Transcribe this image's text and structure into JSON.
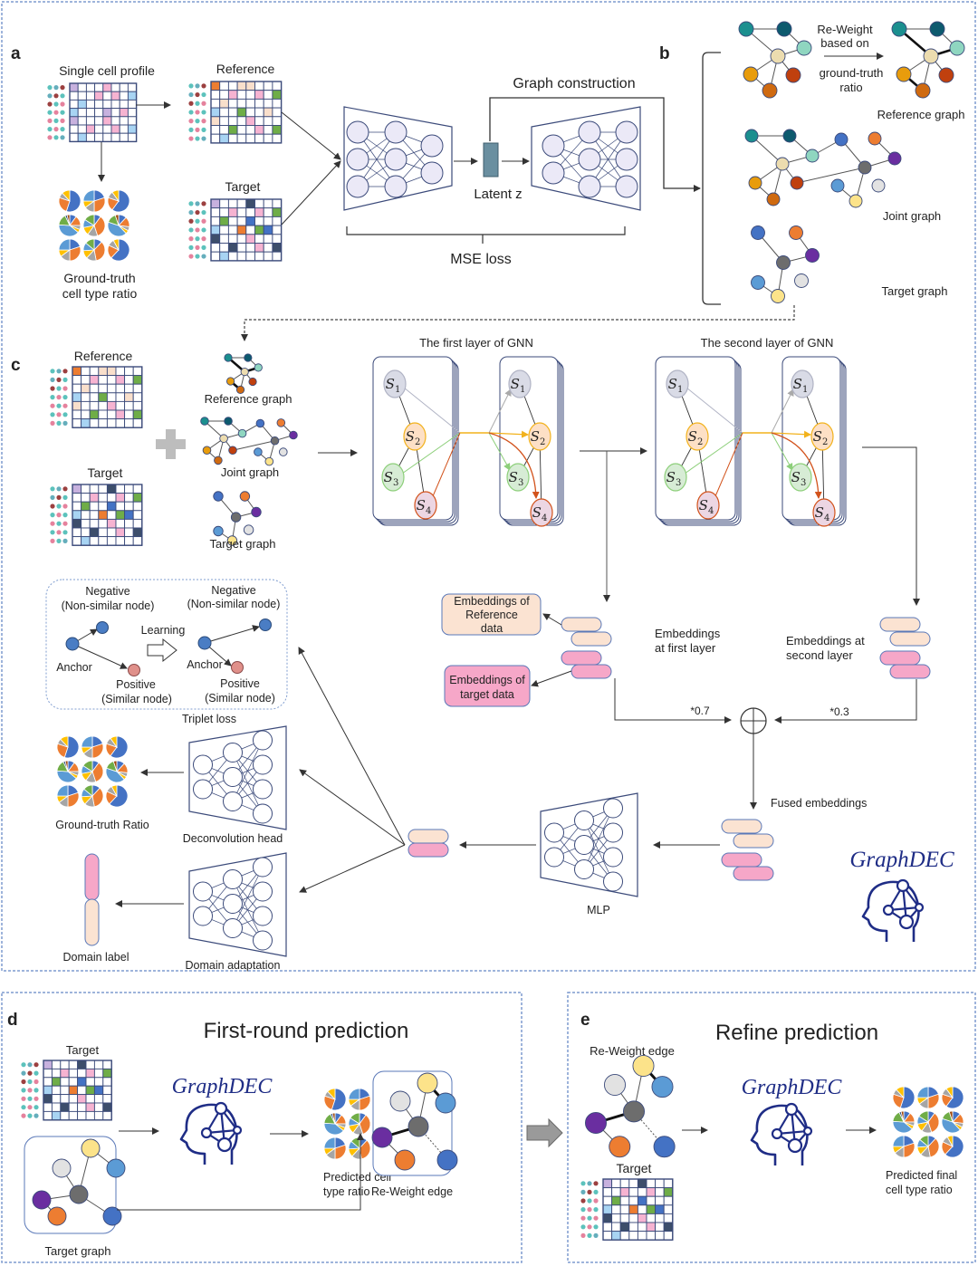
{
  "panels": {
    "a": {
      "letter": "a",
      "single_cell_profile": "Single cell profile",
      "reference": "Reference",
      "target": "Target",
      "ground_truth_line1": "Ground-truth",
      "ground_truth_line2": "cell type ratio",
      "graph_construction": "Graph construction",
      "latent": "Latent z",
      "mse_loss": "MSE loss"
    },
    "b": {
      "letter": "b",
      "reweight_line1": "Re-Weight",
      "reweight_line2": "based on",
      "reweight_line3": "ground-truth",
      "reweight_line4": "ratio",
      "reference_graph": "Reference graph",
      "joint_graph": "Joint graph",
      "target_graph": "Target graph"
    },
    "c": {
      "letter": "c",
      "reference": "Reference",
      "target": "Target",
      "reference_graph": "Reference graph",
      "joint_graph": "Joint graph",
      "target_graph": "Target graph",
      "gnn_layer1": "The first layer of GNN",
      "gnn_layer2": "The second layer of GNN",
      "nodes": [
        "S",
        "S",
        "S",
        "S"
      ],
      "node_subscripts": [
        "1",
        "2",
        "3",
        "4"
      ],
      "emb_ref_line1": "Embeddings of",
      "emb_ref_line2": "Reference",
      "emb_ref_line3": "data",
      "emb_tgt_line1": "Embeddings of",
      "emb_tgt_line2": "target data",
      "emb_first_line1": "Embeddings",
      "emb_first_line2": "at first layer",
      "emb_second_line1": "Embeddings at",
      "emb_second_line2": "second layer",
      "weight_first": "*0.7",
      "weight_second": "*0.3",
      "fused": "Fused embeddings",
      "mlp": "MLP",
      "triplet": {
        "negative": "Negative",
        "non_similar": "(Non-similar node)",
        "learning": "Learning",
        "anchor": "Anchor",
        "positive": "Positive",
        "similar": "(Similar node)",
        "caption": "Triplet loss"
      },
      "ground_truth_ratio": "Ground-truth Ratio",
      "deconv_head": "Deconvolution  head",
      "domain_label": "Domain label",
      "domain_adaptation": "Domain   adaptation",
      "brand": "GraphDEC"
    },
    "d": {
      "letter": "d",
      "title": "First-round prediction",
      "target": "Target",
      "target_graph": "Target graph",
      "brand": "GraphDEC",
      "predicted_line1": "Predicted cell",
      "predicted_line2": "type ratio",
      "reweight_edge": "Re-Weight edge"
    },
    "e": {
      "letter": "e",
      "title": "Refine prediction",
      "reweight_edge": "Re-Weight edge",
      "target": "Target",
      "brand": "GraphDEC",
      "predicted_line1": "Predicted final",
      "predicted_line2": "cell type ratio"
    }
  },
  "colors": {
    "border_dashed": "#7f9ccf",
    "nn_fill": "#ebe9f7",
    "latent": "#6a8fa0",
    "brand": "#1f2d86",
    "emb_ref": "#fbe3d2",
    "emb_tgt": "#f6a7c8",
    "s1": "#d9dbe6",
    "s2": "#fde0c6",
    "s3": "#d7ecd5",
    "s4": "#ecd6e3"
  }
}
